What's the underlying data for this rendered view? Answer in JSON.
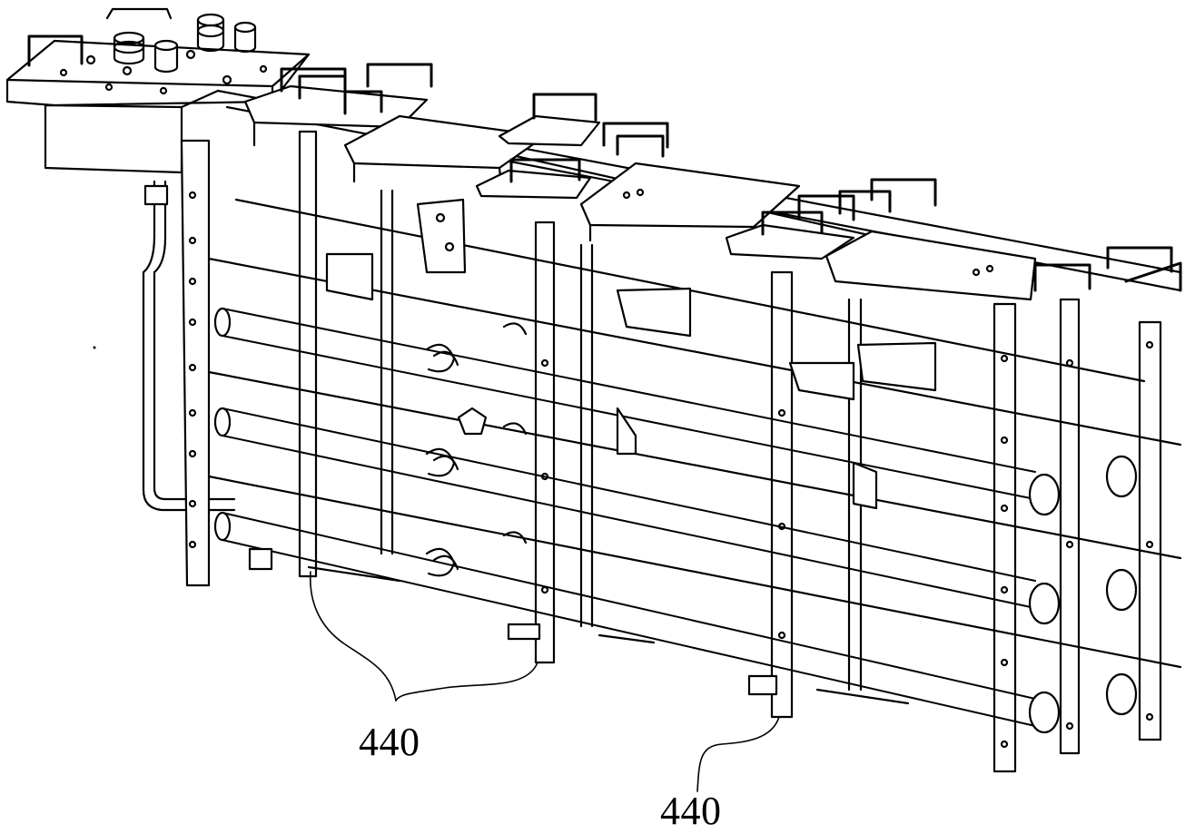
{
  "figure": {
    "reference_labels": [
      {
        "id": "a",
        "text": "440"
      },
      {
        "id": "b",
        "text": "440"
      }
    ],
    "colors": {
      "ink": "#000000",
      "paper": "#ffffff",
      "shade": "#e6e6e6"
    }
  }
}
